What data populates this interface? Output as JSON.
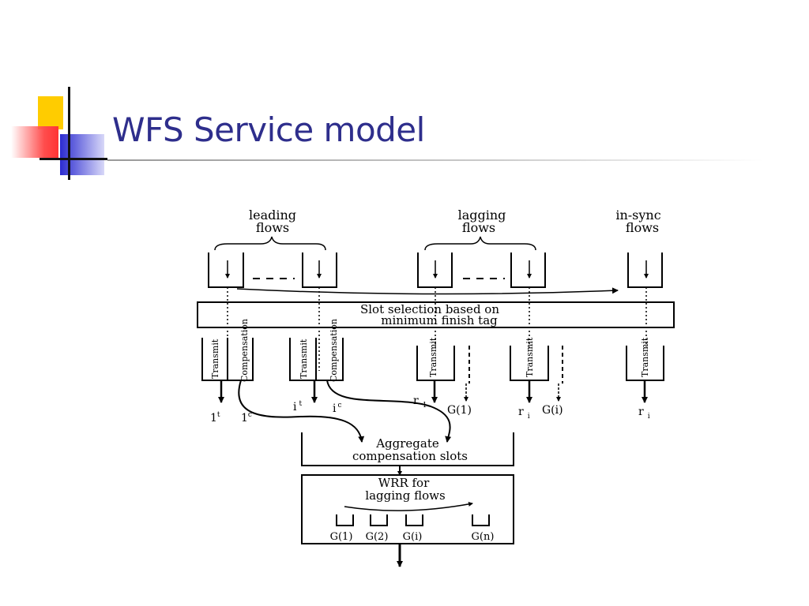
{
  "title": "WFS Service model",
  "diagram": {
    "labels": {
      "leading": [
        "leading",
        "flows"
      ],
      "lagging": [
        "lagging",
        "flows"
      ],
      "insync": [
        "in-sync",
        "flows"
      ],
      "slot": [
        "Slot  selection  based  on",
        "minimum  finish  tag"
      ],
      "aggregate": [
        "Aggregate",
        "compensation    slots"
      ],
      "wrr": [
        "WRR  for",
        "lagging  flows"
      ],
      "transmit": "Transmit",
      "compensation": "Compensation",
      "out_1t": "1",
      "out_1t_sup": "t",
      "out_1c": "1",
      "out_1c_sup": "c",
      "out_it": "i",
      "out_it_sup": "t",
      "out_ic": "i",
      "out_ic_sup": "c",
      "out_r1": "r",
      "out_r1_sub": "1",
      "out_g1": "G(1)",
      "out_ri": "r",
      "out_ri_sub": "i",
      "out_gi": "G(i)",
      "out_ri2": "r",
      "out_ri2_sub": "i",
      "wrr_queues": [
        "G(1)",
        "G(2)",
        "G(i)",
        "G(n)"
      ]
    }
  }
}
